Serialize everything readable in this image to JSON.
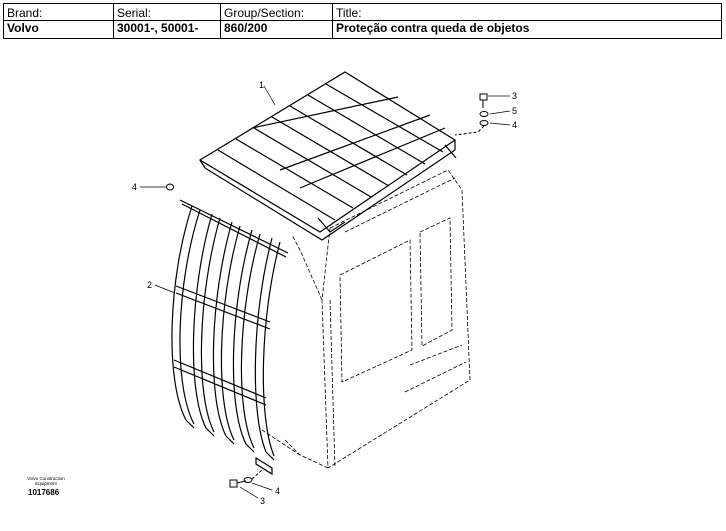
{
  "header": {
    "brand_label": "Brand:",
    "brand_value": "Volvo",
    "serial_label": "Serial:",
    "serial_value": "30001-, 50001-",
    "group_label": "Group/Section:",
    "group_value": "860/200",
    "title_label": "Title:",
    "title_value": "Proteção contra queda de objetos"
  },
  "callouts": {
    "roof_guard": "1",
    "front_guard": "2",
    "bolt_top": "3",
    "spacer_top": "5",
    "washer_top": "4",
    "washer_left": "4",
    "washer_bottom": "4",
    "bolt_bottom": "3"
  },
  "footer": {
    "company_line1": "Volvo Construction",
    "company_line2": "Equipment",
    "drawing_number": "1017686"
  }
}
